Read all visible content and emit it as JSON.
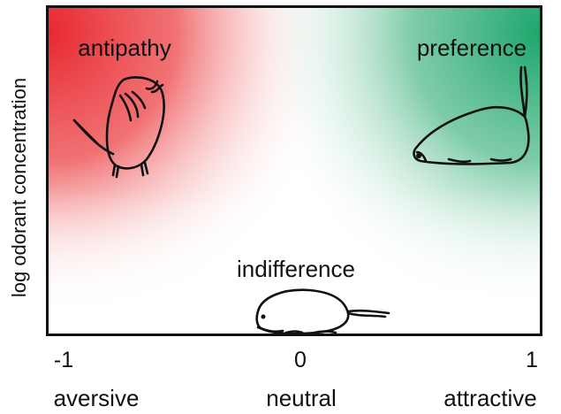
{
  "figure": {
    "y_axis_label": "log odorant concentration",
    "x_ticks": [
      "-1",
      "0",
      "1"
    ],
    "x_categories": [
      "aversive",
      "neutral",
      "attractive"
    ],
    "regions": {
      "antipathy": "antipathy",
      "preference": "preference",
      "indifference": "indifference"
    },
    "colors": {
      "aversive": "#e8262f",
      "attractive": "#1aa56b",
      "neutral": "#ffffff",
      "frame": "#111111"
    }
  }
}
